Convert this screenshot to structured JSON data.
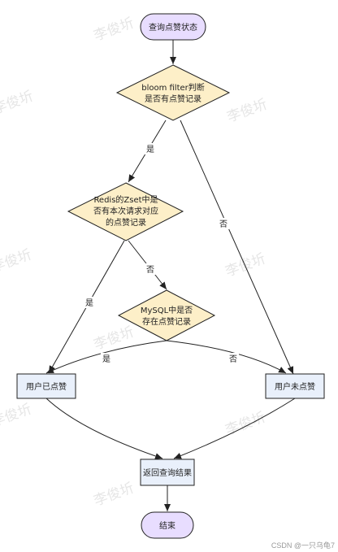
{
  "colors": {
    "terminal_fill": "#e8ddff",
    "decision_fill": "#fdefc8",
    "process_fill": "#e9f0fb",
    "stroke": "#222222"
  },
  "nodes": {
    "start": "查询点赞状态",
    "bloom_line1": "bloom filter判断",
    "bloom_line2": "是否有点赞记录",
    "redis_line1": "Redis的Zset中是",
    "redis_line2": "否有本次请求对应",
    "redis_line3": "的点赞记录",
    "mysql_line1": "MySQL中是否",
    "mysql_line2": "存在点赞记录",
    "liked": "用户已点赞",
    "not_liked": "用户未点赞",
    "return": "返回查询结果",
    "end": "结束"
  },
  "edge_labels": {
    "bloom_yes": "是",
    "bloom_no": "否",
    "redis_yes": "是",
    "redis_no": "否",
    "mysql_yes": "是",
    "mysql_no": "否"
  },
  "watermark": "李俊圻",
  "footer": "CSDN @一只乌龟7"
}
